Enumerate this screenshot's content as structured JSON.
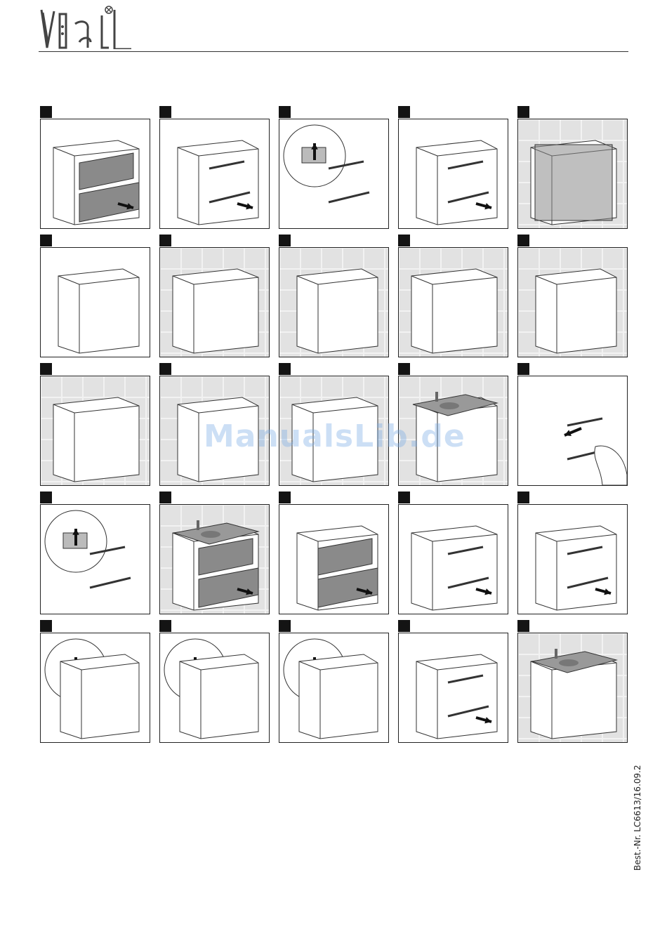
{
  "brand": {
    "logo_icon": "vil-vil-logo-mark",
    "colors": {
      "ink": "#222222",
      "badge": "#141414",
      "tile": "#e2e2e2",
      "tile_grout": "#f2f2f2",
      "panel_fill": "#8a8a8a",
      "watermark": "#78aae6"
    }
  },
  "watermark": {
    "text": "ManualsLib.de"
  },
  "footer": {
    "order_number": "Best.-Nr. LC6613/16.09.2"
  },
  "steps": [
    {
      "icon": "pull-out-drawers-icon",
      "tiles": false
    },
    {
      "icon": "remove-drawer-runners-icon",
      "tiles": false
    },
    {
      "icon": "release-drawer-clip-icon",
      "tiles": false
    },
    {
      "icon": "press-cabinet-rails-icon",
      "tiles": false
    },
    {
      "icon": "position-cabinet-at-wall-icon",
      "tiles": true
    },
    {
      "icon": "level-and-hex-key-icon",
      "tiles": false
    },
    {
      "icon": "mark-drill-holes-icon",
      "tiles": true
    },
    {
      "icon": "insert-wall-plugs-icon",
      "tiles": true
    },
    {
      "icon": "insert-screws-icon",
      "tiles": true
    },
    {
      "icon": "cabinet-against-wall-icon",
      "tiles": true
    },
    {
      "icon": "mounting-rail-icon",
      "tiles": true
    },
    {
      "icon": "hang-on-bolts-icon",
      "tiles": true
    },
    {
      "icon": "tighten-nuts-icon",
      "tiles": true
    },
    {
      "icon": "place-basin-icon",
      "tiles": true
    },
    {
      "icon": "hand-adjust-runner-icon",
      "tiles": false
    },
    {
      "icon": "lock-drawer-clip-icon",
      "tiles": false
    },
    {
      "icon": "insert-drawers-icon",
      "tiles": true
    },
    {
      "icon": "slide-drawer-in-icon",
      "tiles": false
    },
    {
      "icon": "attach-drawer-runners-icon",
      "tiles": false
    },
    {
      "icon": "side-adjuster-icon",
      "tiles": false
    },
    {
      "icon": "height-adjust-wheel-icon",
      "tiles": false
    },
    {
      "icon": "front-adjust-icon",
      "tiles": false
    },
    {
      "icon": "depth-adjust-icon",
      "tiles": false
    },
    {
      "icon": "final-adjust-icon",
      "tiles": false
    },
    {
      "icon": "silicone-seal-icon",
      "tiles": true
    }
  ]
}
